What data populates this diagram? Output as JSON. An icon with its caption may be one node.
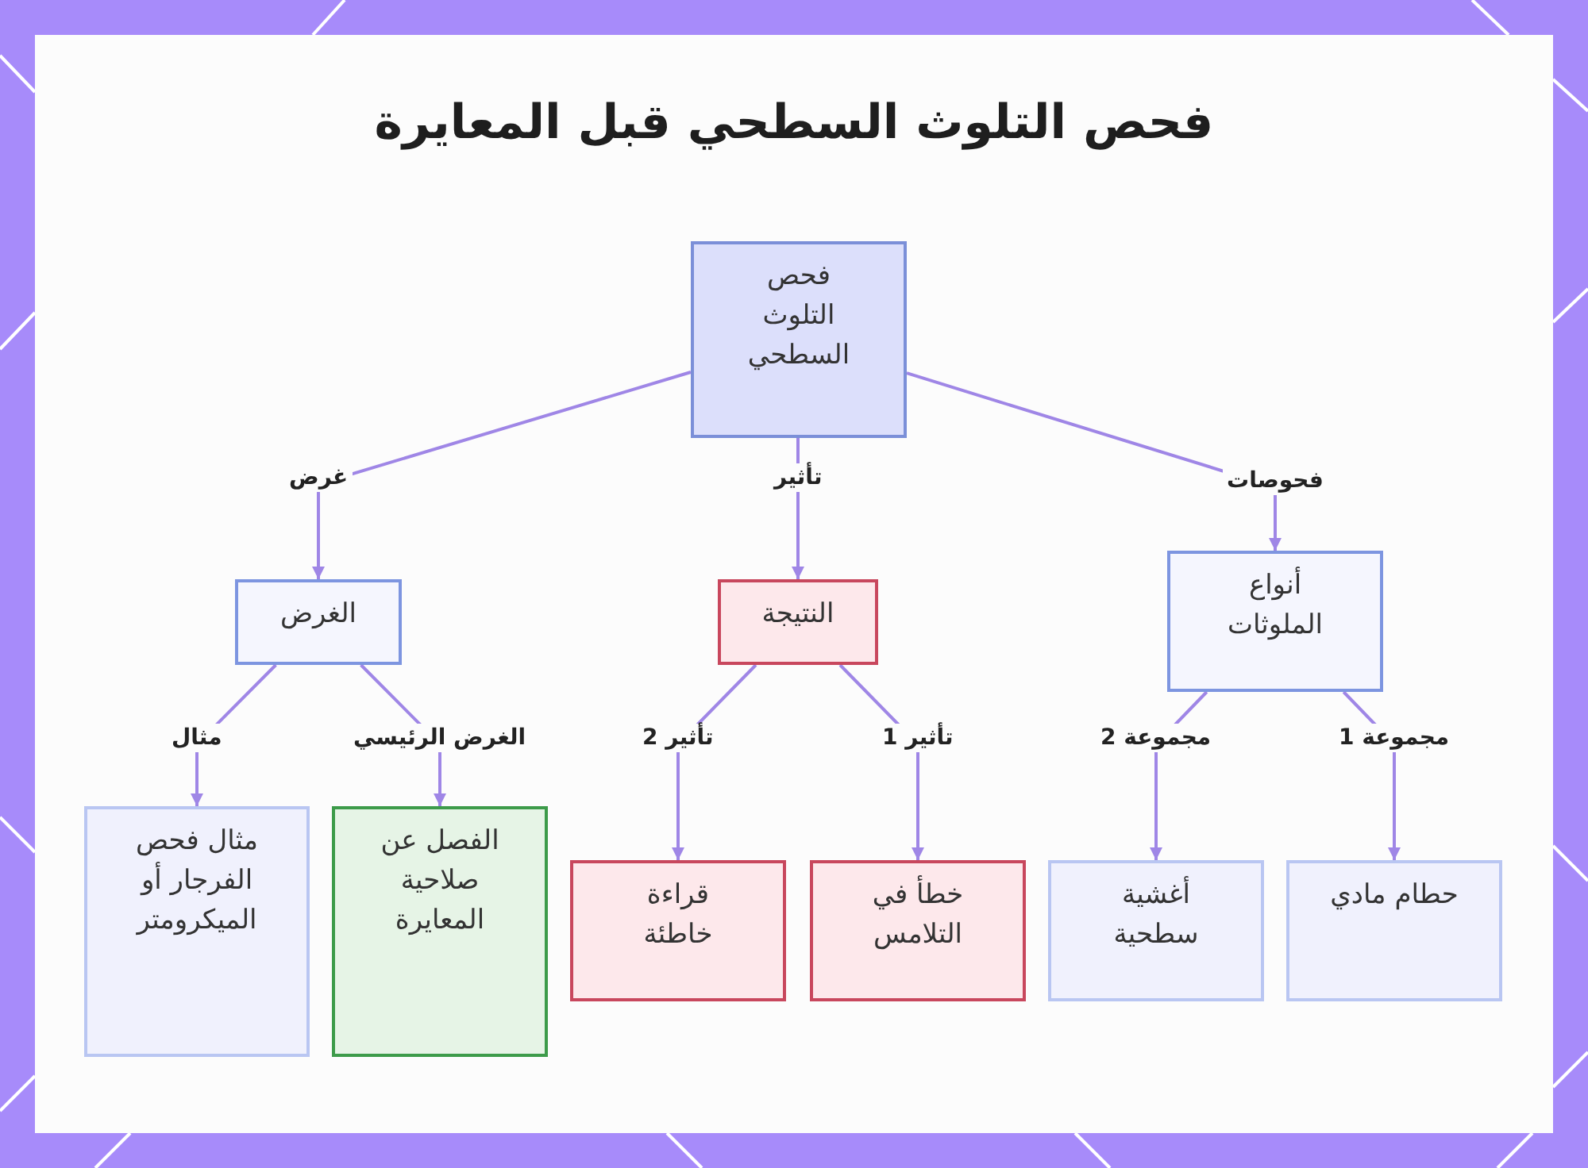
{
  "diagram": {
    "title": "فحص التلوث السطحي قبل المعايرة",
    "nodes": [
      {
        "text": [
          "فحص التلوث السطحي"
        ]
      },
      {
        "text": [
          "الغرض"
        ]
      },
      {
        "text": [
          "النتيجة"
        ]
      },
      {
        "text": [
          "أنواع الملوثات"
        ]
      },
      {
        "text": [
          "مثال فحص الفرجار أو الميكرومتر"
        ]
      },
      {
        "text": [
          "الفصل عن صلاحية المعايرة"
        ]
      },
      {
        "text": [
          "قراءة خاطئة"
        ]
      },
      {
        "text": [
          "خطأ في التلامس"
        ]
      },
      {
        "text": [
          "أغشية سطحية"
        ]
      },
      {
        "text": [
          "حطام مادي"
        ]
      }
    ],
    "edges": [
      {
        "from": 0,
        "to": 1,
        "arrow": "to",
        "label": "غرض"
      },
      {
        "from": 0,
        "to": 2,
        "arrow": "to",
        "label": "تأثير"
      },
      {
        "from": 0,
        "to": 3,
        "arrow": "to",
        "label": "فحوصات"
      },
      {
        "from": 1,
        "to": 4,
        "arrow": "to",
        "label": "مثال"
      },
      {
        "from": 1,
        "to": 5,
        "arrow": "to",
        "label": "الغرض الرئيسي"
      },
      {
        "from": 2,
        "to": 6,
        "arrow": "to",
        "label": "تأثير 2"
      },
      {
        "from": 2,
        "to": 7,
        "arrow": "to",
        "label": "تأثير 1"
      },
      {
        "from": 3,
        "to": 8,
        "arrow": "to",
        "label": "مجموعة 2"
      },
      {
        "from": 3,
        "to": 9,
        "arrow": "to",
        "label": "مجموعة 1"
      }
    ]
  }
}
